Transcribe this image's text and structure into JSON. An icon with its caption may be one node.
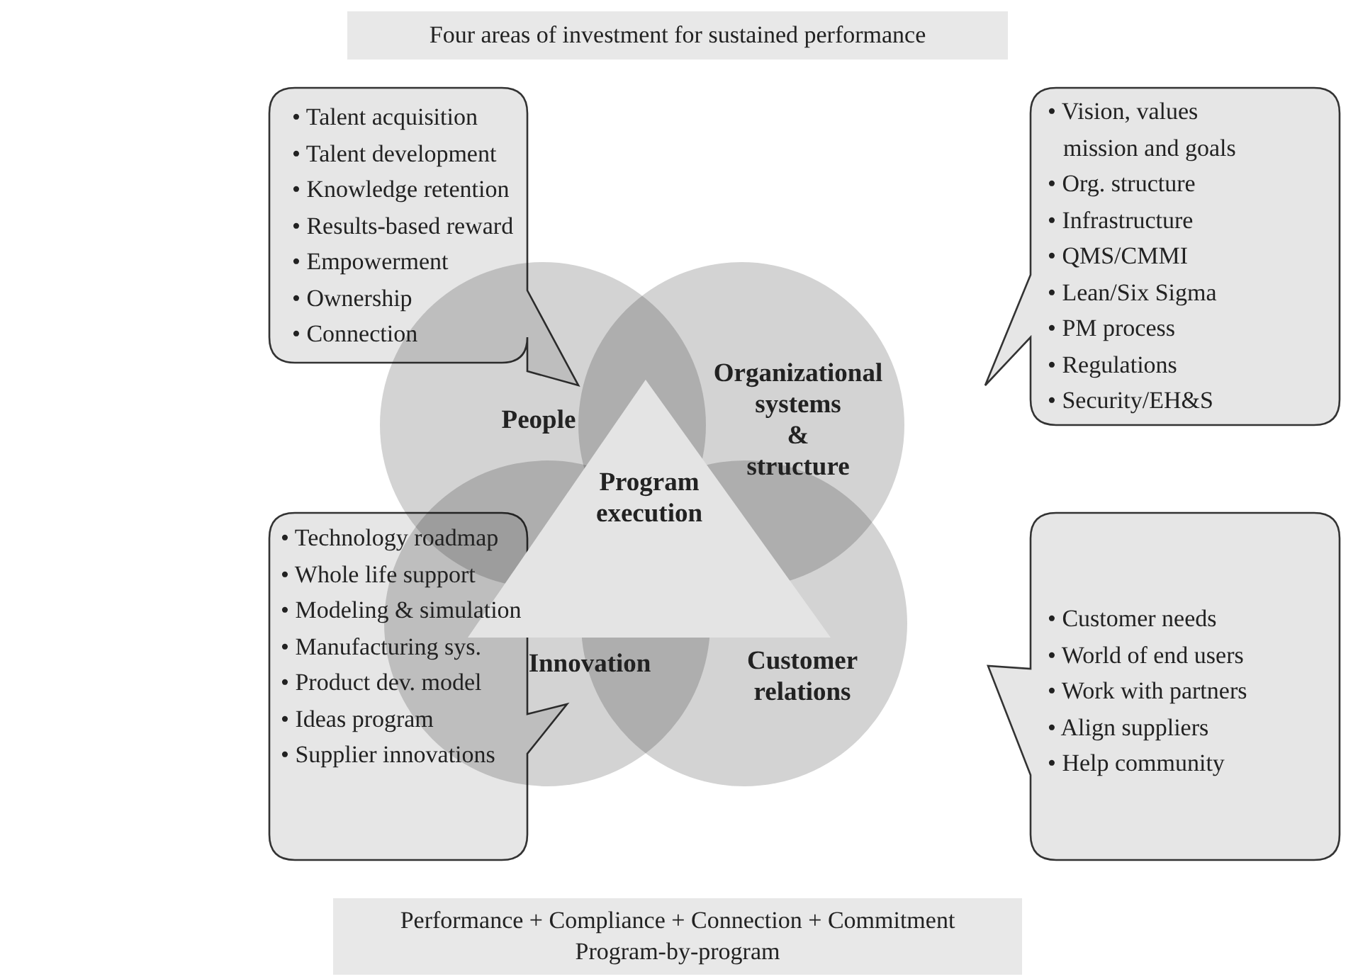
{
  "diagram": {
    "nodes": [
      {
        "text": [
          "Four areas of investment for sustained performance"
        ]
      },
      {
        "text": [
          "• Talent acquisition",
          "• Talent development",
          "• Knowledge retention",
          "• Results-based reward",
          "• Empowerment",
          "• Ownership",
          "• Connection"
        ]
      },
      {
        "text": [
          "• Vision, values mission and goals",
          "• Org. structure",
          "• Infrastructure",
          "• QMS/CMMI",
          "• Lean/Six Sigma",
          "• PM process",
          "• Regulations",
          "• Security/EH&S"
        ]
      },
      {
        "text": [
          "• Technology roadmap",
          "• Whole life support",
          "• Modeling & simulation",
          "• Manufacturing sys.",
          "• Product dev. model",
          "• Ideas program",
          "• Supplier innovations"
        ]
      },
      {
        "text": [
          "• Customer needs",
          "• World of end users",
          "• Work with partners",
          "• Align suppliers",
          "• Help community"
        ]
      },
      {
        "text": [
          "People"
        ]
      },
      {
        "text": [
          "Organizational systems & structure"
        ]
      },
      {
        "text": [
          "Innovation"
        ]
      },
      {
        "text": [
          "Customer relations"
        ]
      },
      {
        "text": [
          "Program execution"
        ]
      },
      {
        "text": [
          "Performance + Compliance + Connection + Commitment",
          "Program-by-program"
        ]
      }
    ],
    "edges": []
  }
}
